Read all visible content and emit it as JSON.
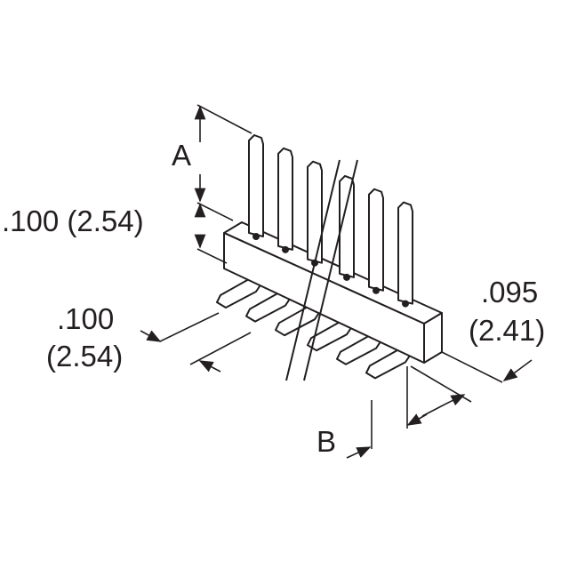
{
  "labels": {
    "dim_a": "A",
    "pitch_top": ".100 (2.54)",
    "pitch_left_in": ".100",
    "pitch_left_mm": "(2.54)",
    "width_in": ".095",
    "width_mm": "(2.41)",
    "dim_b": "B"
  },
  "colors": {
    "line": "#231f20",
    "fill": "#ffffff"
  }
}
